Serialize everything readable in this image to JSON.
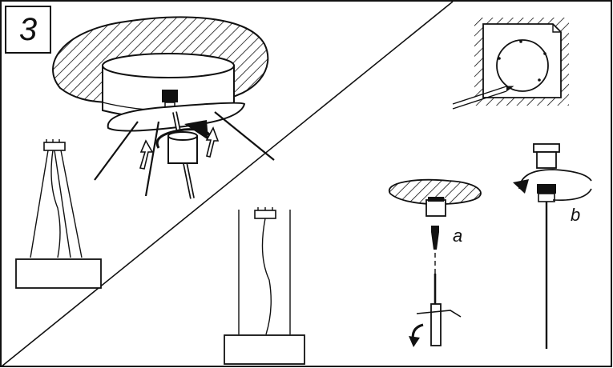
{
  "step": {
    "number": "3"
  },
  "labels": {
    "a": "a",
    "b": "b"
  },
  "colors": {
    "ink": "#111111",
    "paper": "#ffffff"
  }
}
